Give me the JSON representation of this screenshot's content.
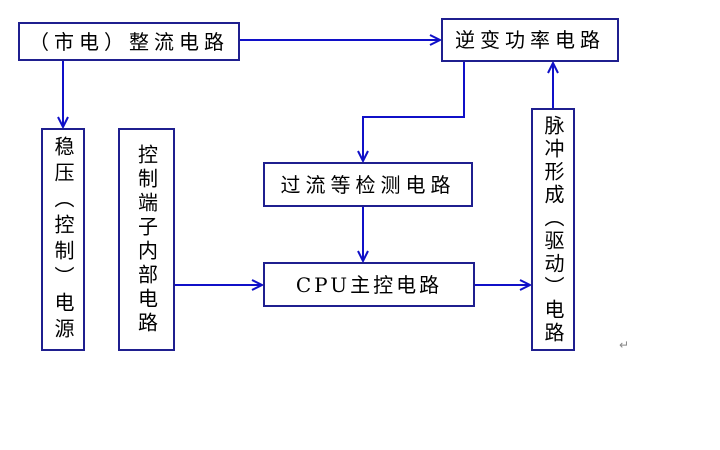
{
  "nodes": [
    {
      "label": "（市电）整流电路"
    },
    {
      "label": "逆变功率电路"
    },
    {
      "label": "稳压（控制）电源"
    },
    {
      "label": "控制端子内部电路"
    },
    {
      "label": "过流等检测电路"
    },
    {
      "label": "CPU主控电路"
    },
    {
      "label": "脉冲形成（驱动）电路"
    }
  ],
  "edges": [
    [
      0,
      1
    ],
    [
      0,
      2
    ],
    [
      1,
      4
    ],
    [
      4,
      5
    ],
    [
      3,
      5
    ],
    [
      5,
      6
    ],
    [
      6,
      1
    ]
  ],
  "paragraph_mark": "↵",
  "colors": {
    "box_border": "#1f1f8f",
    "arrow": "#1010c8",
    "text": "#000000"
  }
}
